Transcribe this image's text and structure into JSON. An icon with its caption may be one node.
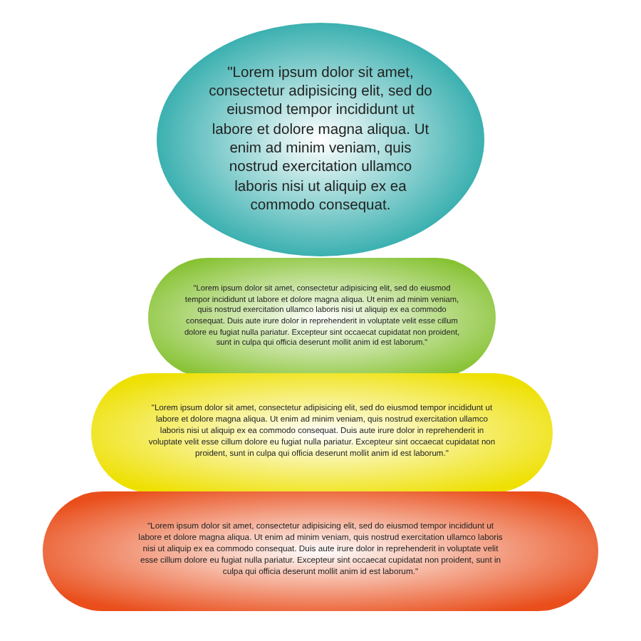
{
  "diagram": {
    "nodes": [
      {
        "text": [
          "\"Lorem ipsum dolor sit amet, consectetur adipisicing elit, sed do eiusmod tempor incididunt ut labore et dolore magna aliqua. Ut enim ad minim veniam, quis nostrud exercitation ullamco laboris nisi ut aliquip ex ea commodo consequat."
        ]
      },
      {
        "text": [
          "\"Lorem ipsum dolor sit amet, consectetur adipisicing elit, sed do eiusmod tempor incididunt ut labore et dolore magna aliqua. Ut enim ad minim veniam, quis nostrud exercitation ullamco laboris nisi ut aliquip ex ea commodo consequat. Duis aute irure dolor in reprehenderit in voluptate velit esse cillum dolore eu fugiat nulla pariatur. Excepteur sint occaecat cupidatat non proident, sunt in culpa qui officia deserunt mollit anim id est laborum.\""
        ]
      },
      {
        "text": [
          "\"Lorem ipsum dolor sit amet, consectetur adipisicing elit, sed do eiusmod tempor incididunt ut labore et dolore magna aliqua. Ut enim ad minim veniam, quis nostrud exercitation ullamco laboris nisi ut aliquip ex ea commodo consequat. Duis aute irure dolor in reprehenderit in voluptate velit esse cillum dolore eu fugiat nulla pariatur. Excepteur sint occaecat cupidatat non proident, sunt in culpa qui officia deserunt mollit anim id est laborum.\""
        ]
      },
      {
        "text": [
          "\"Lorem ipsum dolor sit amet, consectetur adipisicing elit, sed do eiusmod tempor incididunt ut labore et dolore magna aliqua. Ut enim ad minim veniam, quis nostrud exercitation ullamco laboris nisi ut aliquip ex ea commodo consequat. Duis aute irure dolor in reprehenderit in voluptate velit esse cillum dolore eu fugiat nulla pariatur. Excepteur sint occaecat cupidatat non proident, sunt in culpa qui officia deserunt mollit anim id est laborum.\""
        ]
      }
    ]
  }
}
